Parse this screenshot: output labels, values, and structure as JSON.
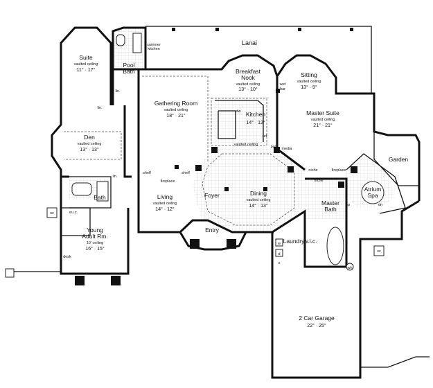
{
  "rooms": {
    "lanai": {
      "name": "Lanai"
    },
    "suite": {
      "name": "Suite",
      "note": "vaulted ceiling",
      "dims": "11° · 17°"
    },
    "pool_bath": {
      "line1": "Pool",
      "line2": "Bath"
    },
    "summer_kitchen": {
      "line1": "summer",
      "line2": "kitchen"
    },
    "breakfast_nook": {
      "line1": "Breakfast",
      "line2": "Nook",
      "note": "vaulted ceiling",
      "dims": "13° · 10°"
    },
    "sitting": {
      "name": "Sitting",
      "note": "vaulted ceiling",
      "dims": "13° · 9°"
    },
    "wet_bar": {
      "line1": "wet",
      "line2": "bar"
    },
    "gathering_room": {
      "name": "Gathering Room",
      "note": "vaulted ceiling",
      "dims": "18° · 21°"
    },
    "kitchen": {
      "name": "Kitchen",
      "dims": "14° · 12°",
      "ref": "ref",
      "dw": "dw",
      "vaulted": "vaulted ceiling"
    },
    "master_suite": {
      "name": "Master Suite",
      "note": "vaulted ceiling",
      "dims": "21° · 21°"
    },
    "den": {
      "name": "Den",
      "note": "vaulted ceiling",
      "dims": "13° · 13°"
    },
    "garden": {
      "name": "Garden"
    },
    "bath": {
      "name": "Bath"
    },
    "living": {
      "name": "Living",
      "note": "vaulted ceiling",
      "dims": "14° · 12°"
    },
    "foyer": {
      "name": "Foyer"
    },
    "dining": {
      "name": "Dining",
      "note": "vaulted ceiling",
      "dims": "14° · 13°"
    },
    "master_bath": {
      "line1": "Master",
      "line2": "Bath"
    },
    "atrium_spa": {
      "line1": "Atrium",
      "line2": "Spa"
    },
    "young_adult": {
      "line1": "Young",
      "line2": "Adult Rm.",
      "note": "10' ceiling",
      "dims": "16° · 15°"
    },
    "entry": {
      "name": "Entry"
    },
    "laundry": {
      "name": "Laundry"
    },
    "garage": {
      "name": "2 Car Garage",
      "dims": "22° · 25°"
    }
  },
  "small_labels": {
    "lin_upper": "lin.",
    "lin_mid": "lin.",
    "lin_lower": "lin.",
    "pan": "pan.",
    "media": "media",
    "niche_left": "niche",
    "niche_right": "niche",
    "fireplace_master": "fireplace",
    "fireplace_living": "fireplace",
    "shelf_left": "shelf",
    "shelf_right": "shelf",
    "wic_left": "w.i.c.",
    "wic_right": "w.i.c.",
    "desk": "desk",
    "sc_left": "sc",
    "sc_right": "sc",
    "up": "up",
    "dn": "dn",
    "wh": "wh",
    "w": "w",
    "d": "d",
    "s": "s"
  }
}
